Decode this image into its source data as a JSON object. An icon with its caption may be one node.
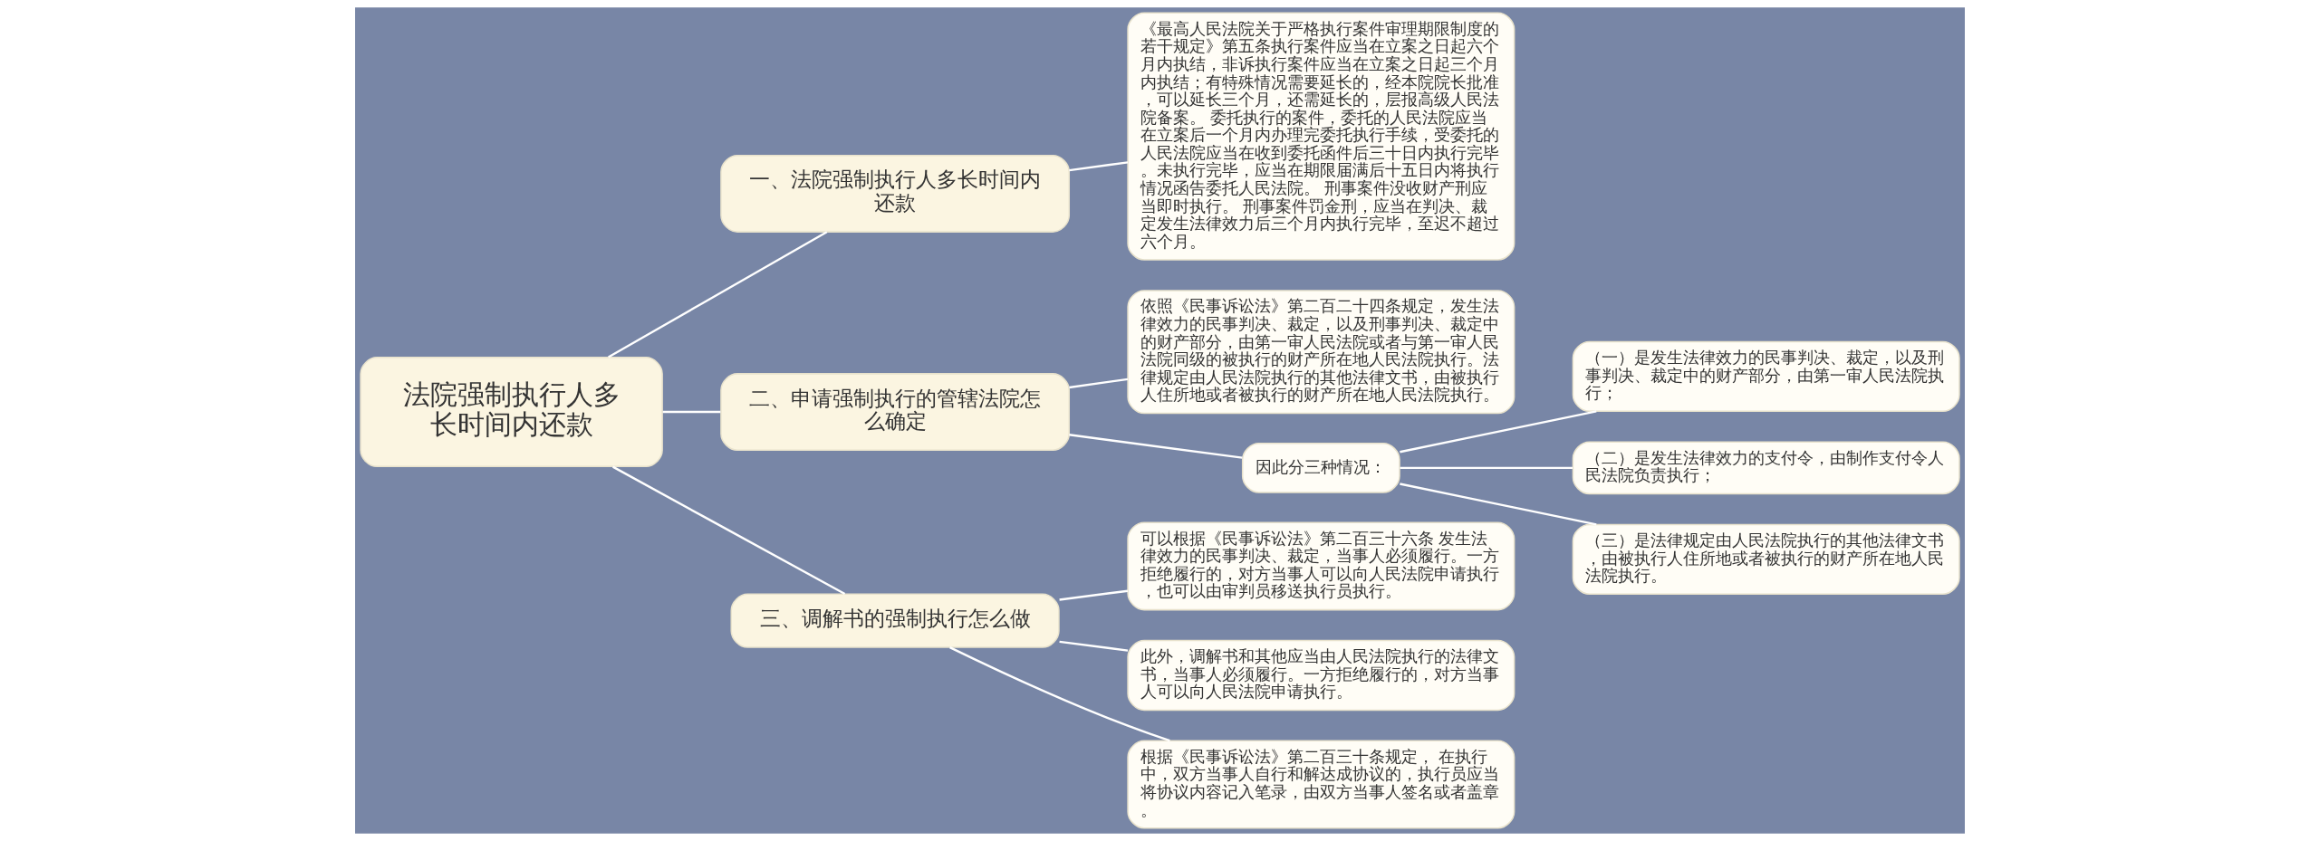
{
  "diagram": {
    "nodes": [
      {
        "text": [
          "法院强制执行人多长时间内还款"
        ]
      },
      {
        "text": [
          "一、法院强制执行人多长时间内还款"
        ]
      },
      {
        "text": [
          "《最高人民法院关于严格执行案件审理期限制度的若干规定》第五条执行案件应当在立案之日起六个月内执结，非诉执行案件应当在立案之日起三个月内执结；有特殊情况需要延长的，经本院院长批准，可以延长三个月，还需延长的，层报高级人民法院备案。 委托执行的案件，委托的人民法院应当在立案后一个月内办理完委托执行手续，受委托的人民法院应当在收到委托函件后三十日内执行完毕。未执行完毕，应当在期限届满后十五日内将执行情况函告委托人民法院。 刑事案件没收财产刑应当即时执行。 刑事案件罚金刑，应当在判决、裁定发生法律效力后三个月内执行完毕，至迟不超过六个月。"
        ]
      },
      {
        "text": [
          "二、申请强制执行的管辖法院怎么确定"
        ]
      },
      {
        "text": [
          "依照《民事诉讼法》第二百二十四条规定，发生法律效力的民事判决、裁定，以及刑事判决、裁定中的财产部分，由第一审人民法院或者与第一审人民法院同级的被执行的财产所在地人民法院执行。法律规定由人民法院执行的其他法律文书，由被执行人住所地或者被执行的财产所在地人民法院执行。"
        ]
      },
      {
        "text": [
          "因此分三种情况："
        ]
      },
      {
        "text": [
          "（一）是发生法律效力的民事判决、裁定，以及刑事判决、裁定中的财产部分，由第一审人民法院执行；"
        ]
      },
      {
        "text": [
          "（二）是发生法律效力的支付令，由制作支付令人民法院负责执行；"
        ]
      },
      {
        "text": [
          "（三）是法律规定由人民法院执行的其他法律文书，由被执行人住所地或者被执行的财产所在地人民法院执行。"
        ]
      },
      {
        "text": [
          "三、调解书的强制执行怎么做"
        ]
      },
      {
        "text": [
          "可以根据《民事诉讼法》第二百三十六条 发生法律效力的民事判决、裁定，当事人必须履行。一方拒绝履行的，对方当事人可以向人民法院申请执行，也可以由审判员移送执行员执行。"
        ]
      },
      {
        "text": [
          "此外，调解书和其他应当由人民法院执行的法律文书，当事人必须履行。一方拒绝履行的，对方当事人可以向人民法院申请执行。"
        ]
      },
      {
        "text": [
          "根据《民事诉讼法》第二百三十条规定， 在执行中，双方当事人自行和解达成协议的，执行员应当将协议内容记入笔录，由双方当事人签名或者盖章。"
        ]
      }
    ],
    "edges": [
      {
        "from": 0,
        "to": 1,
        "arrow": "none"
      },
      {
        "from": 1,
        "to": 2,
        "arrow": "none"
      },
      {
        "from": 0,
        "to": 3,
        "arrow": "none"
      },
      {
        "from": 3,
        "to": 4,
        "arrow": "none"
      },
      {
        "from": 3,
        "to": 5,
        "arrow": "none"
      },
      {
        "from": 5,
        "to": 6,
        "arrow": "none"
      },
      {
        "from": 5,
        "to": 7,
        "arrow": "none"
      },
      {
        "from": 5,
        "to": 8,
        "arrow": "none"
      },
      {
        "from": 0,
        "to": 9,
        "arrow": "none"
      },
      {
        "from": 9,
        "to": 10,
        "arrow": "none"
      },
      {
        "from": 9,
        "to": 11,
        "arrow": "none"
      },
      {
        "from": 9,
        "to": 12,
        "arrow": "none"
      }
    ]
  }
}
